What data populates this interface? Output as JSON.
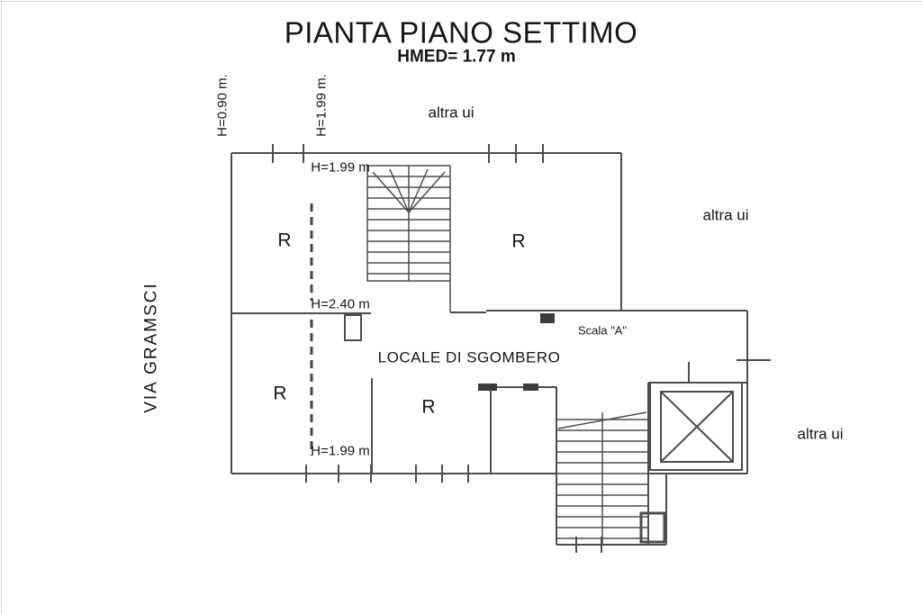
{
  "plan": {
    "title": "PIANTA PIANO SETTIMO",
    "subtitle": "HMED= 1.77 m",
    "street": "VIA GRAMSCI"
  },
  "labels": {
    "altra_ui_top": "altra ui",
    "altra_ui_right": "altra ui",
    "altra_ui_bottom_right": "altra ui",
    "h_090_wall": "H=0.90 m.",
    "h_199_wall": "H=1.99 m.",
    "h_199_upper_room": "H=1.99 m",
    "h_240_divider": "H=2.40 m",
    "h_199_lower_room": "H=1.99 m",
    "scala_a": "Scala \"A\"",
    "locale_di_sgombero": "LOCALE DI SGOMBERO",
    "room_upper_left": "R",
    "room_upper_right": "R",
    "room_lower_left": "R",
    "room_lower_middle": "R"
  }
}
